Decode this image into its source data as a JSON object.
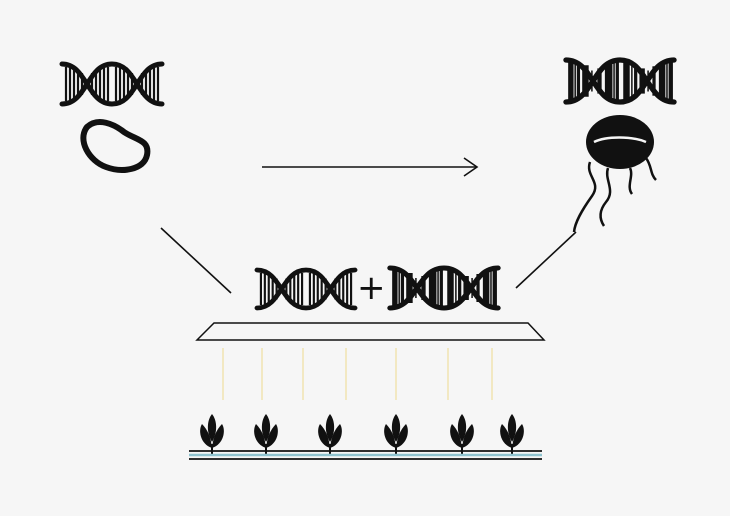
{
  "diagram": {
    "operator_symbol": "+",
    "nodes": [
      {
        "id": "plant-dna",
        "icon": "dna-helix-icon",
        "style": "plain"
      },
      {
        "id": "bean-seed",
        "icon": "bean-seed-icon"
      },
      {
        "id": "bacterium-dna",
        "icon": "dna-helix-icon",
        "style": "banded"
      },
      {
        "id": "bacterium",
        "icon": "bacterium-flagella-icon"
      },
      {
        "id": "combined-plant-dna",
        "icon": "dna-helix-icon",
        "style": "plain"
      },
      {
        "id": "combined-bacterium-dna",
        "icon": "dna-helix-icon",
        "style": "banded"
      },
      {
        "id": "spray-applicator",
        "icon": "applicator-plate-icon"
      },
      {
        "id": "crop-row",
        "icon": "seedling-icon",
        "count": 6
      }
    ],
    "colors": {
      "ink": "#111111",
      "background": "#f6f6f6",
      "spray": "#f3e3a6",
      "soil": "#8fc3cf"
    }
  }
}
